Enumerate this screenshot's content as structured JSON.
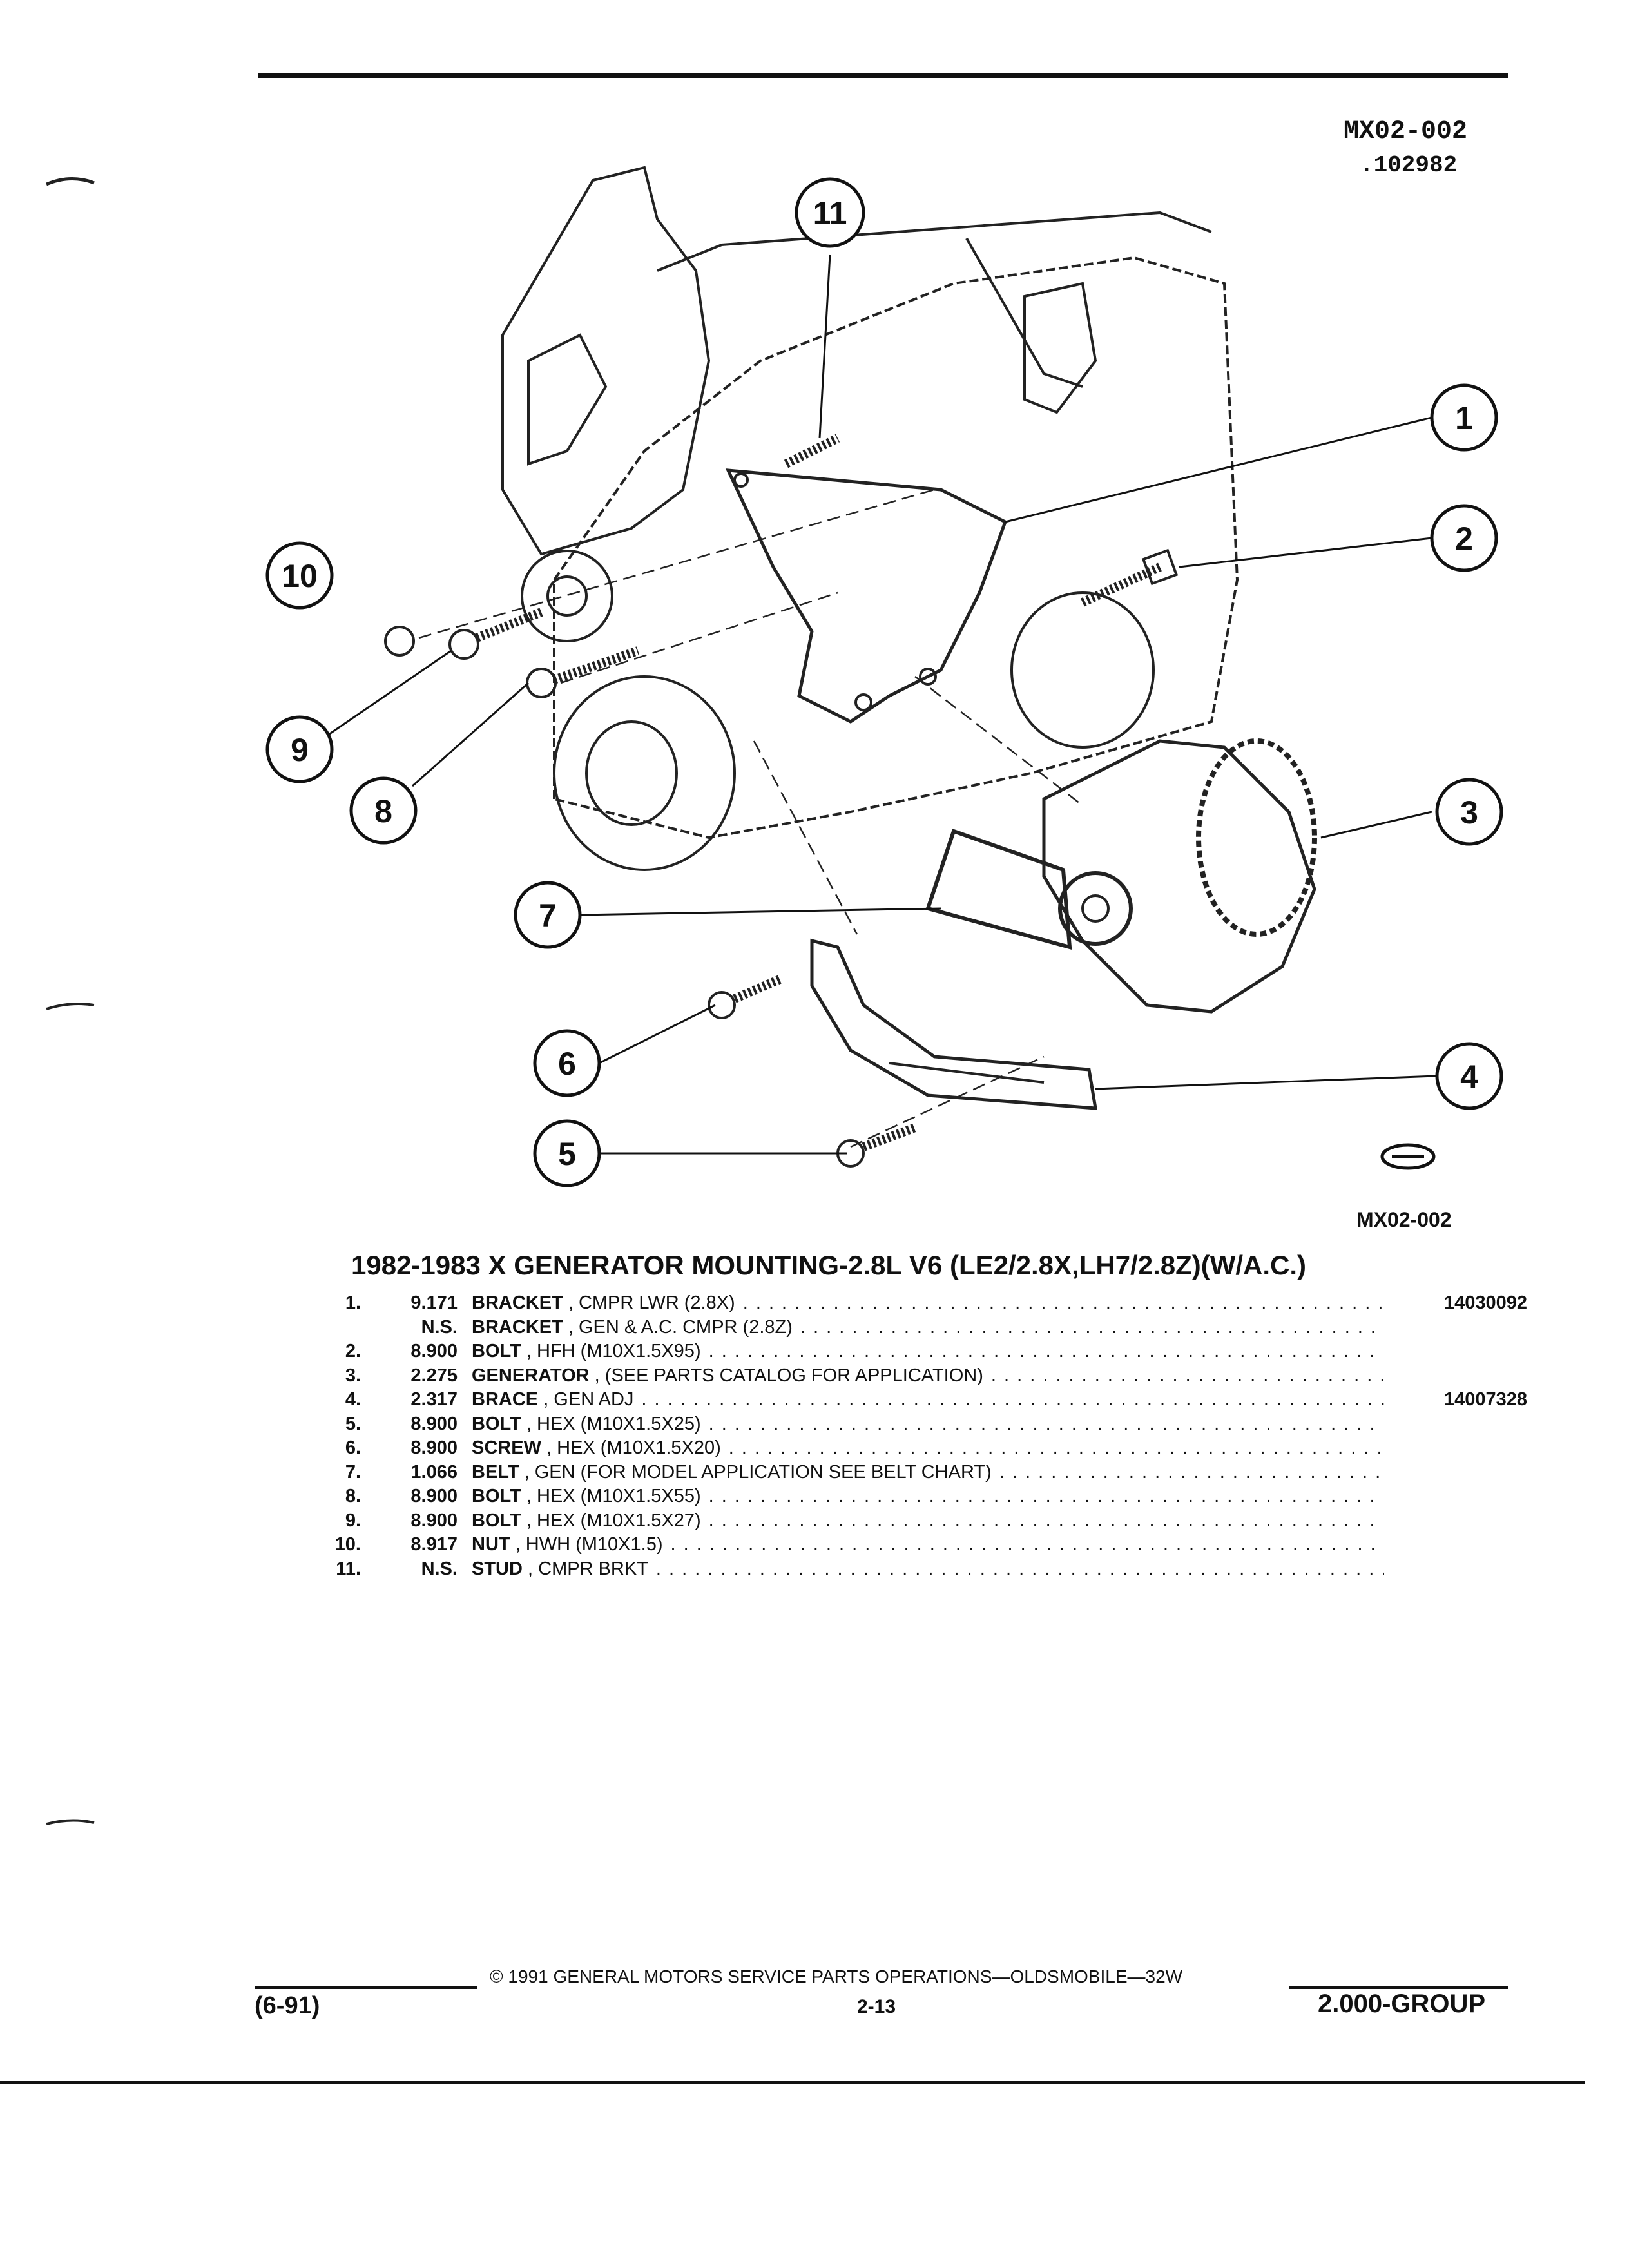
{
  "header": {
    "illustration_code": "MX02-002",
    "illustration_date": ".102982"
  },
  "figure": {
    "caption_code": "MX02-002",
    "callouts": [
      "1",
      "2",
      "3",
      "4",
      "5",
      "6",
      "7",
      "8",
      "9",
      "10",
      "11"
    ]
  },
  "parts": {
    "title": "1982-1983 X GENERATOR MOUNTING-2.8L V6 (LE2/2.8X,LH7/2.8Z)(W/A.C.)",
    "rows": [
      {
        "idx": "1.",
        "group": "9.171",
        "name": "BRACKET",
        "detail": " , CMPR LWR (2.8X)",
        "part_no": "14030092"
      },
      {
        "idx": "",
        "group": "N.S.",
        "name": "BRACKET",
        "detail": " , GEN & A.C. CMPR (2.8Z)",
        "part_no": ""
      },
      {
        "idx": "2.",
        "group": "8.900",
        "name": "BOLT",
        "detail": " , HFH (M10X1.5X95)",
        "part_no": ""
      },
      {
        "idx": "3.",
        "group": "2.275",
        "name": "GENERATOR",
        "detail": " , (SEE PARTS CATALOG FOR APPLICATION)",
        "part_no": ""
      },
      {
        "idx": "4.",
        "group": "2.317",
        "name": "BRACE",
        "detail": " , GEN ADJ",
        "part_no": "14007328"
      },
      {
        "idx": "5.",
        "group": "8.900",
        "name": "BOLT",
        "detail": " , HEX (M10X1.5X25)",
        "part_no": ""
      },
      {
        "idx": "6.",
        "group": "8.900",
        "name": "SCREW",
        "detail": " , HEX (M10X1.5X20)",
        "part_no": ""
      },
      {
        "idx": "7.",
        "group": "1.066",
        "name": "BELT",
        "detail": " , GEN (FOR MODEL APPLICATION SEE BELT CHART)",
        "part_no": ""
      },
      {
        "idx": "8.",
        "group": "8.900",
        "name": "BOLT",
        "detail": " , HEX (M10X1.5X55)",
        "part_no": ""
      },
      {
        "idx": "9.",
        "group": "8.900",
        "name": "BOLT",
        "detail": " , HEX (M10X1.5X27)",
        "part_no": ""
      },
      {
        "idx": "10.",
        "group": "8.917",
        "name": "NUT",
        "detail": " , HWH (M10X1.5)",
        "part_no": ""
      },
      {
        "idx": "11.",
        "group": "N.S.",
        "name": "STUD",
        "detail": " , CMPR BRKT",
        "part_no": ""
      }
    ]
  },
  "footer": {
    "copyright": "© 1991 GENERAL MOTORS SERVICE PARTS OPERATIONS—OLDSMOBILE—32W",
    "revision": "(6-91)",
    "page": "2-13",
    "group": "2.000-GROUP"
  }
}
